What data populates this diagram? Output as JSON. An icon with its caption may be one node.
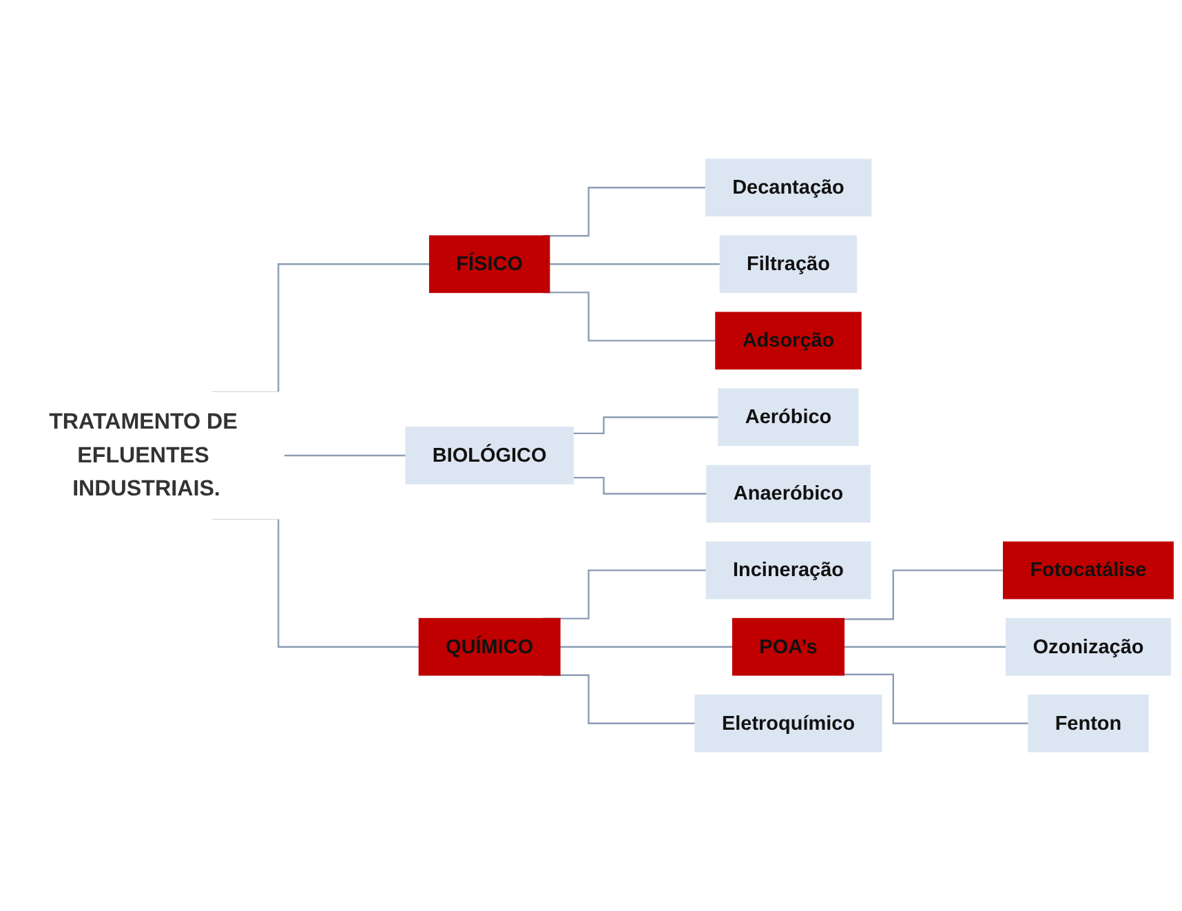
{
  "diagram": {
    "nodes": [
      {
        "text": [
          "TRATAMENTO DE EFLUENTES INDUSTRIAIS."
        ]
      },
      {
        "text": [
          "FÍSICO"
        ]
      },
      {
        "text": [
          "Decantação"
        ]
      },
      {
        "text": [
          "Filtração"
        ]
      },
      {
        "text": [
          "Adsorção"
        ]
      },
      {
        "text": [
          "BIOLÓGICO"
        ]
      },
      {
        "text": [
          "Aeróbico"
        ]
      },
      {
        "text": [
          "Anaeróbico"
        ]
      },
      {
        "text": [
          "QUÍMICO"
        ]
      },
      {
        "text": [
          "Incineração"
        ]
      },
      {
        "text": [
          "POA’s"
        ]
      },
      {
        "text": [
          "Eletroquímico"
        ]
      },
      {
        "text": [
          "Fotocatálise"
        ]
      },
      {
        "text": [
          "Ozonização"
        ]
      },
      {
        "text": [
          "Fenton"
        ]
      }
    ],
    "edges": [
      {
        "from": 0,
        "to": 1,
        "arrow": "none"
      },
      {
        "from": 0,
        "to": 5,
        "arrow": "none"
      },
      {
        "from": 0,
        "to": 8,
        "arrow": "none"
      },
      {
        "from": 1,
        "to": 2,
        "arrow": "none"
      },
      {
        "from": 1,
        "to": 3,
        "arrow": "none"
      },
      {
        "from": 1,
        "to": 4,
        "arrow": "none"
      },
      {
        "from": 5,
        "to": 6,
        "arrow": "none"
      },
      {
        "from": 5,
        "to": 7,
        "arrow": "none"
      },
      {
        "from": 8,
        "to": 9,
        "arrow": "none"
      },
      {
        "from": 8,
        "to": 10,
        "arrow": "none"
      },
      {
        "from": 8,
        "to": 11,
        "arrow": "none"
      },
      {
        "from": 10,
        "to": 12,
        "arrow": "none"
      },
      {
        "from": 10,
        "to": 13,
        "arrow": "none"
      },
      {
        "from": 10,
        "to": 14,
        "arrow": "none"
      }
    ]
  }
}
